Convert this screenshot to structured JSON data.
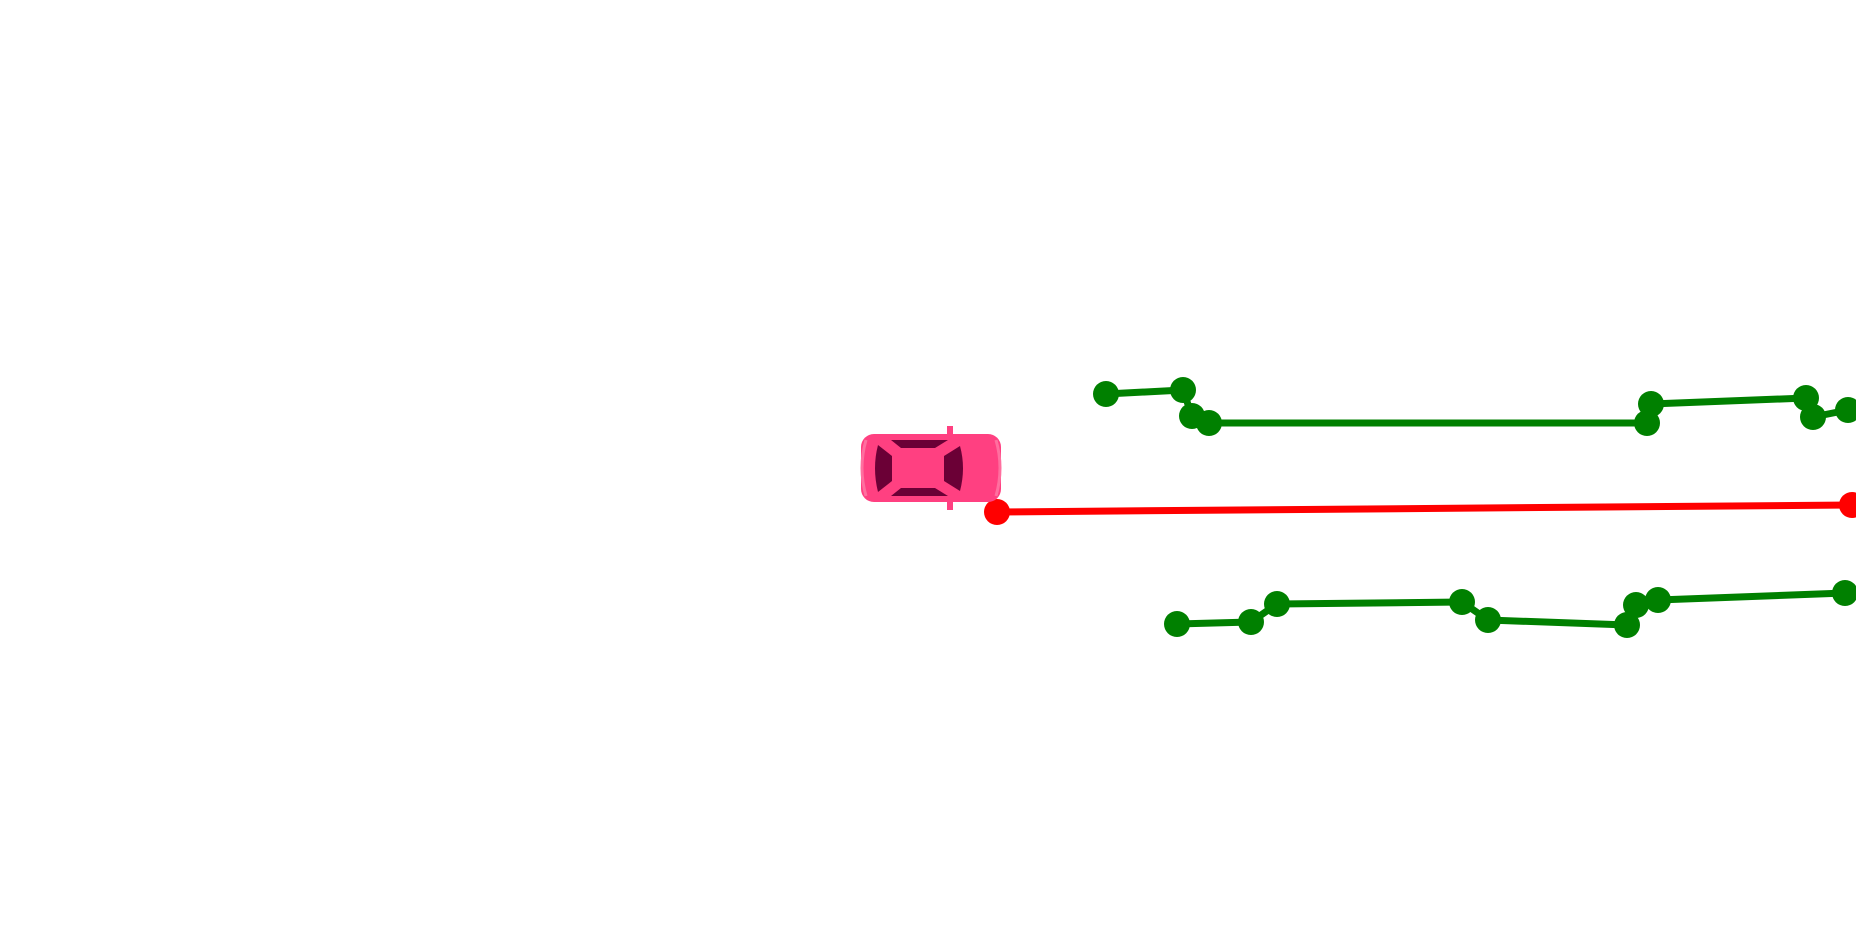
{
  "colors": {
    "background": "#ffffff",
    "boundary": "#008000",
    "route": "#ff0000",
    "car_body": "#ff4081",
    "car_glass": "#6b0036"
  },
  "ego_vehicle": {
    "icon": "car-icon",
    "heading": "right"
  },
  "route": {
    "icon": "route-line"
  },
  "lane_boundaries": [
    {
      "icon": "lane-boundary-upper"
    },
    {
      "icon": "lane-boundary-lower"
    }
  ]
}
